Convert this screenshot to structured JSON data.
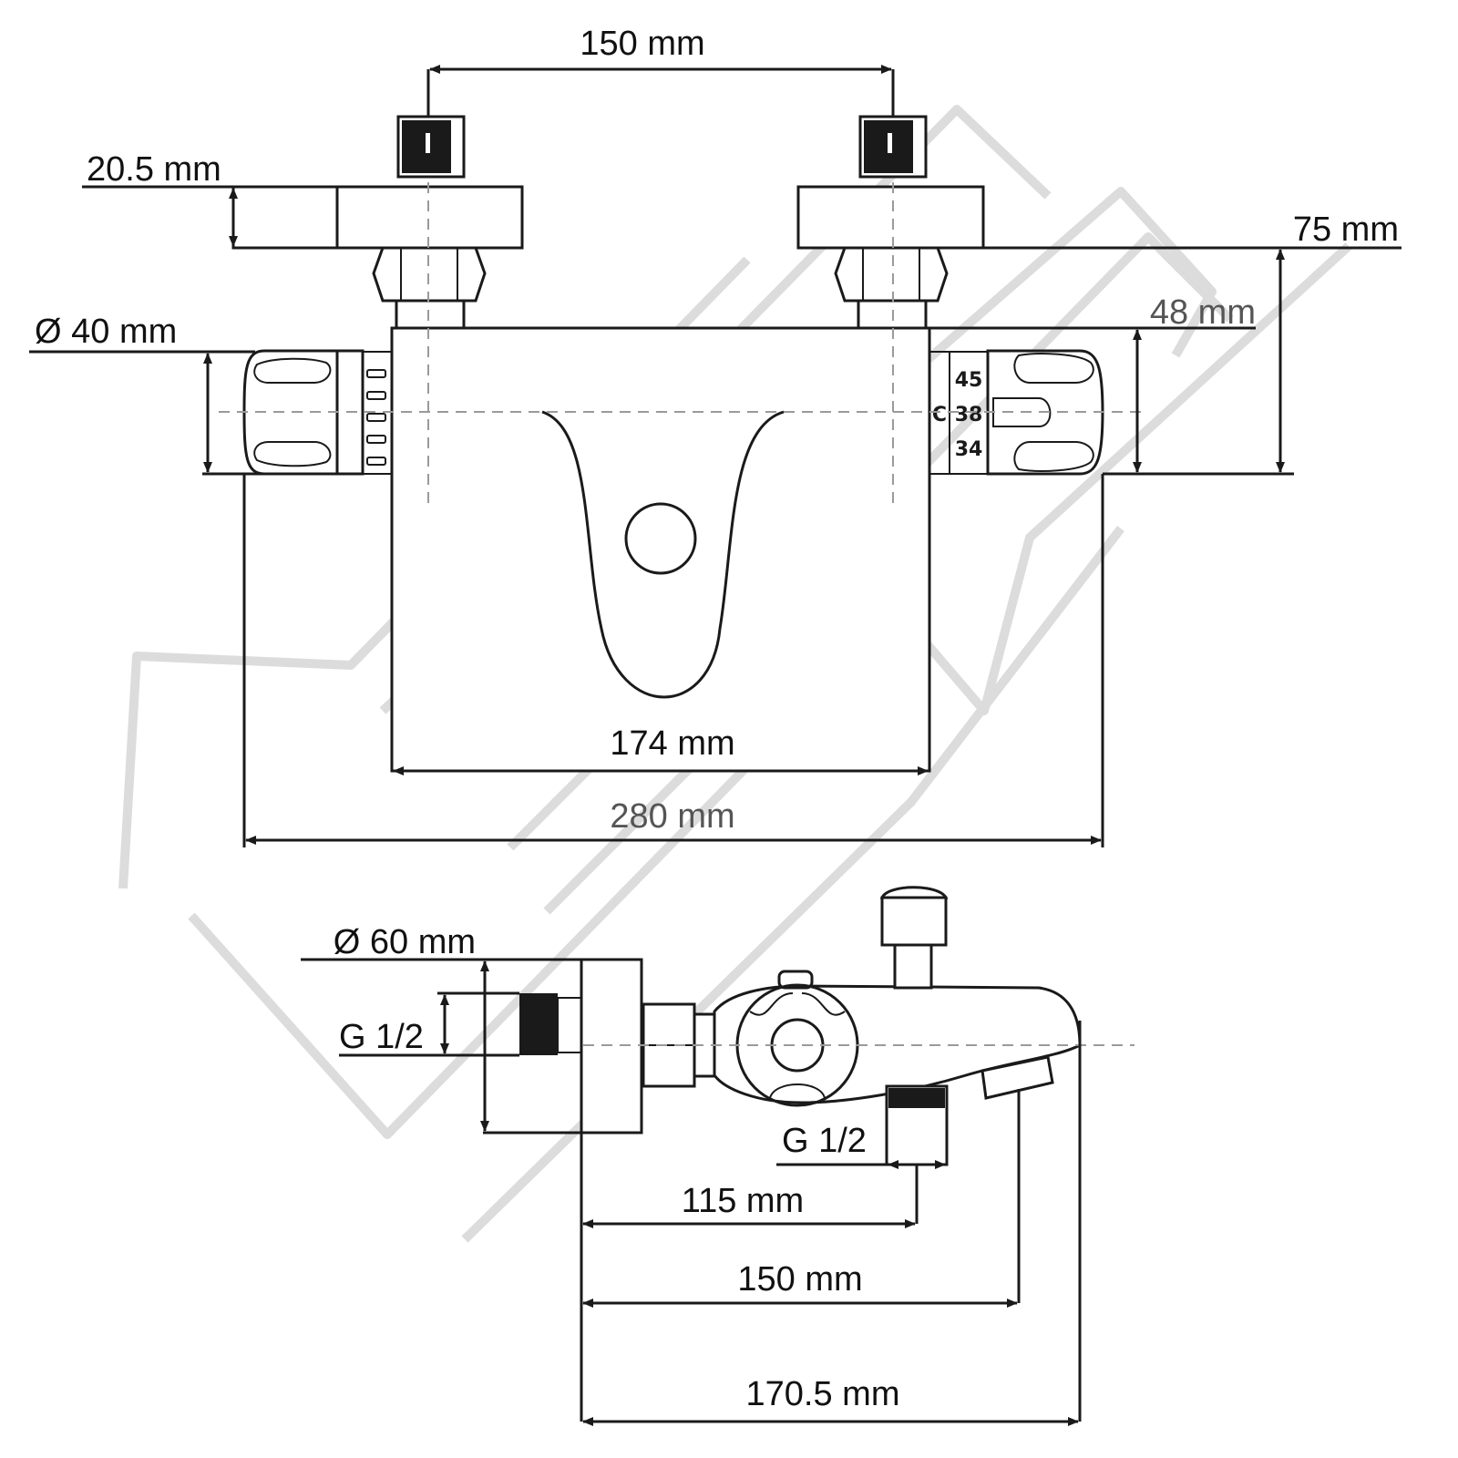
{
  "colors": {
    "line": "#1a1a1a",
    "watermark": "#dcdcdc",
    "axis": "#9a9a9a",
    "background": "#ffffff"
  },
  "front_view": {
    "inlet_spacing": "150 mm",
    "eccentric_height": "20.5 mm",
    "handle_diameter": "Ø 40 mm",
    "total_depth": "75 mm",
    "body_height": "48 mm",
    "body_width": "174 mm",
    "total_width": "280 mm",
    "temperature_scale": [
      "45",
      "38",
      "34"
    ],
    "cold_marker": "C"
  },
  "side_view": {
    "flange_diameter": "Ø 60 mm",
    "inlet_thread": "G 1/2",
    "outlet_thread": "G 1/2",
    "outlet_distance": "115 mm",
    "spout_distance": "150 mm",
    "total_length": "170.5 mm"
  }
}
